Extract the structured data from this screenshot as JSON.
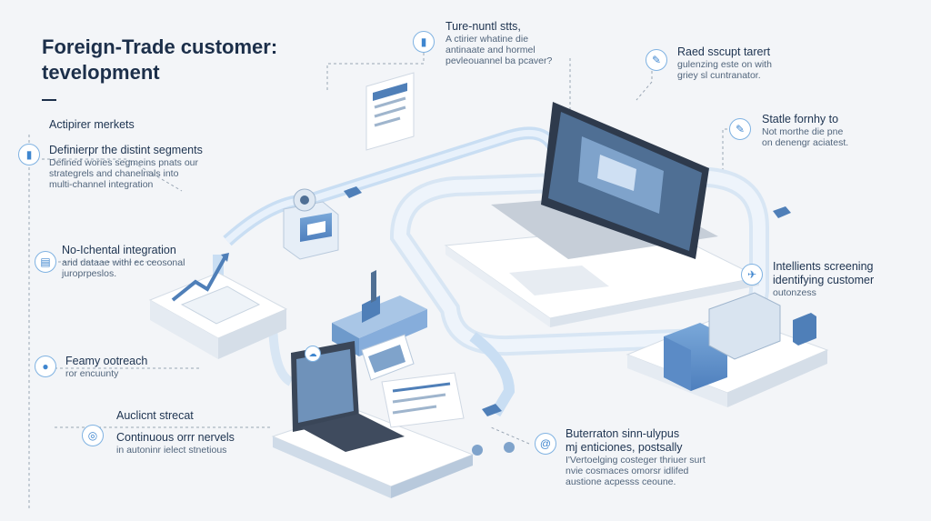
{
  "title": "Foreign-Trade customer: tevelopment",
  "left_items": [
    {
      "heading": "Actipirer merkets",
      "lines": []
    },
    {
      "heading": "Definierpr the distint segments",
      "lines": [
        "Defined wories segmeins pnats our",
        "strategrels and chanelnals into",
        "multi-channel integration"
      ]
    },
    {
      "heading": "No-Ichental integration",
      "lines": [
        "arid dataae withl ec ceosonal",
        "juroprpeslos."
      ]
    },
    {
      "heading": "Feamy ootreach",
      "lines": [
        "ror encuunty"
      ]
    },
    {
      "heading": "Auclicnt strecat",
      "lines": []
    },
    {
      "heading": "Continuous orrr nervels",
      "lines": [
        "in autoninr ielect stnetious"
      ]
    }
  ],
  "top_center": {
    "heading": "Ture-nuntl stts,",
    "lines": [
      "A ctirier whatine die",
      "antinaate and hormel",
      "pevleouannel ba pcaver?"
    ]
  },
  "top_right": {
    "heading": "Raed sscupt tarert",
    "lines": [
      "gulenzing este on with",
      "griey sl cuntranator."
    ]
  },
  "right_mid": {
    "heading": "Statle fornhy to",
    "lines": [
      "Not morthe die pne",
      "on denengr aciatest."
    ]
  },
  "right_low": {
    "heading": "Intellients screening",
    "lines": [
      "identifying customer",
      "outonzess"
    ]
  },
  "bottom_center": {
    "heading": "Buterraton sinn-ulypus",
    "heading2": "mj enticiones, postsally",
    "lines": [
      "I'Vertoelging costeger thriuer surt",
      "nvie cosmaces omorsr idlifed",
      "austione acpesss ceoune."
    ]
  },
  "icons": [
    "bar-chart-icon",
    "document-chart-icon",
    "people-icon",
    "target-icon",
    "sparkle-icon",
    "mail-icon",
    "grid-icon",
    "at-sign-icon",
    "rocket-icon",
    "cloud-icon"
  ]
}
